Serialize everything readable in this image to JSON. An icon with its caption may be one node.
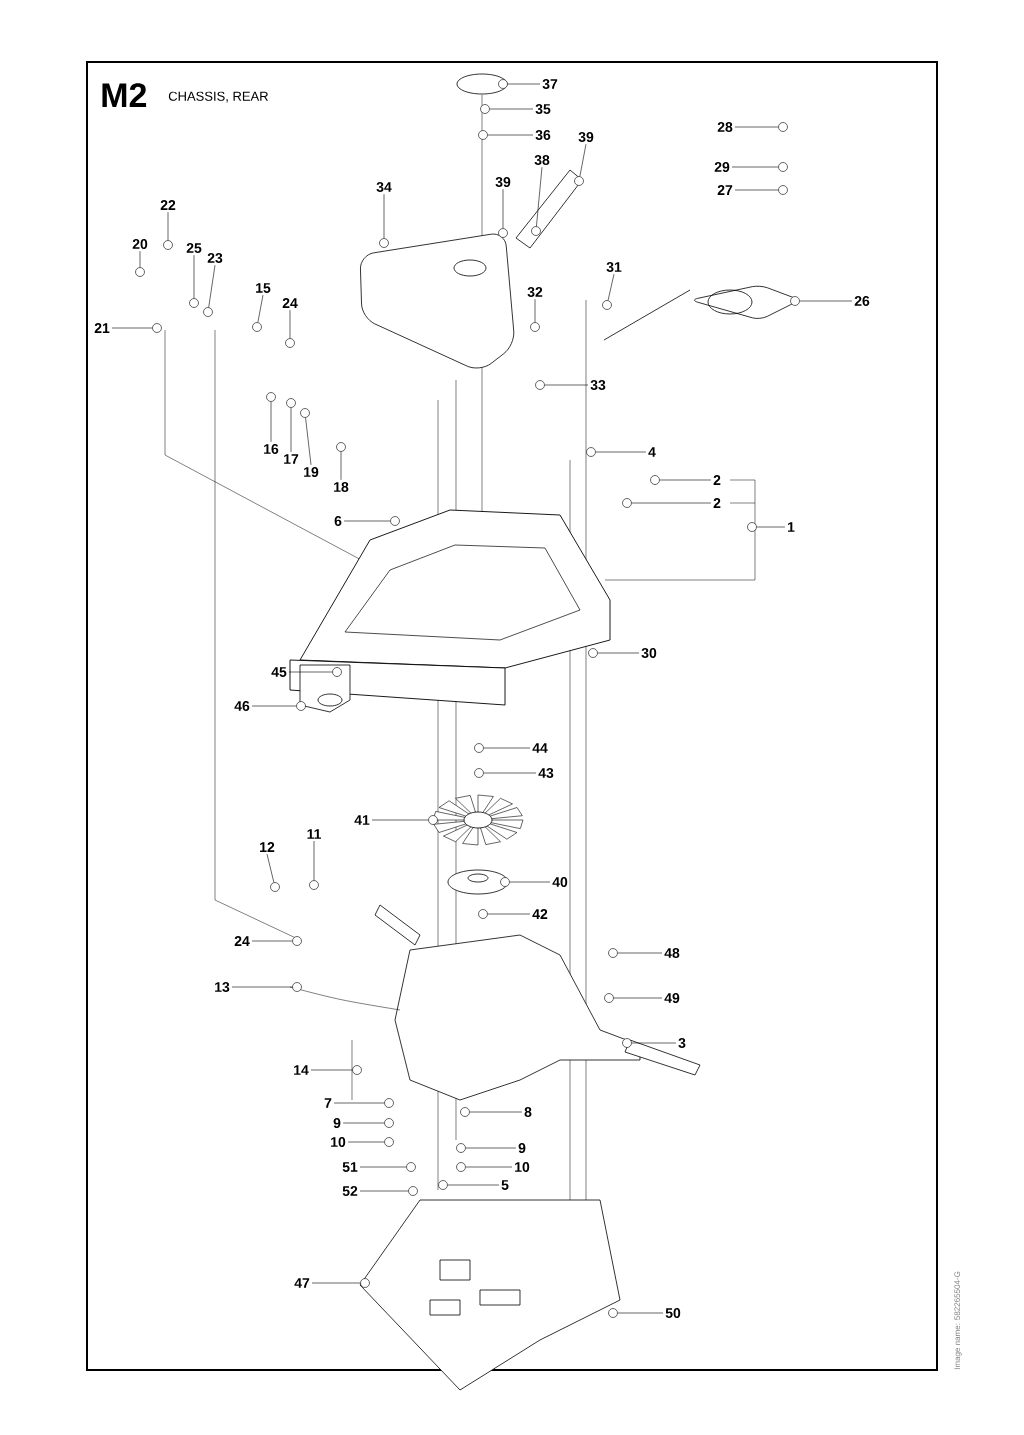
{
  "diagram": {
    "title": "M2",
    "nodes": [
      {
        "text": [
          "37"
        ]
      },
      {
        "text": [
          "35"
        ]
      },
      {
        "text": [
          "36"
        ]
      },
      {
        "text": [
          "39"
        ]
      },
      {
        "text": [
          "38"
        ]
      },
      {
        "text": [
          "39"
        ]
      },
      {
        "text": [
          "34"
        ]
      },
      {
        "text": [
          "28"
        ]
      },
      {
        "text": [
          "29"
        ]
      },
      {
        "text": [
          "27"
        ]
      },
      {
        "text": [
          "22"
        ]
      },
      {
        "text": [
          "20"
        ]
      },
      {
        "text": [
          "25"
        ]
      },
      {
        "text": [
          "23"
        ]
      },
      {
        "text": [
          "31"
        ]
      },
      {
        "text": [
          "32"
        ]
      },
      {
        "text": [
          "15"
        ]
      },
      {
        "text": [
          "24"
        ]
      },
      {
        "text": [
          "26"
        ]
      },
      {
        "text": [
          "21"
        ]
      },
      {
        "text": [
          "33"
        ]
      },
      {
        "text": [
          "16"
        ]
      },
      {
        "text": [
          "17"
        ]
      },
      {
        "text": [
          "19"
        ]
      },
      {
        "text": [
          "18"
        ]
      },
      {
        "text": [
          "4"
        ]
      },
      {
        "text": [
          "2"
        ]
      },
      {
        "text": [
          "2"
        ]
      },
      {
        "text": [
          "1"
        ]
      },
      {
        "text": [
          "6"
        ]
      },
      {
        "text": [
          "30"
        ]
      },
      {
        "text": [
          "45"
        ]
      },
      {
        "text": [
          "46"
        ]
      },
      {
        "text": [
          "44"
        ]
      },
      {
        "text": [
          "43"
        ]
      },
      {
        "text": [
          "41"
        ]
      },
      {
        "text": [
          "12"
        ]
      },
      {
        "text": [
          "11"
        ]
      },
      {
        "text": [
          "40"
        ]
      },
      {
        "text": [
          "42"
        ]
      },
      {
        "text": [
          "24"
        ]
      },
      {
        "text": [
          "48"
        ]
      },
      {
        "text": [
          "49"
        ]
      },
      {
        "text": [
          "13"
        ]
      },
      {
        "text": [
          "3"
        ]
      },
      {
        "text": [
          "14"
        ]
      },
      {
        "text": [
          "7"
        ]
      },
      {
        "text": [
          "8"
        ]
      },
      {
        "text": [
          "9"
        ]
      },
      {
        "text": [
          "9"
        ]
      },
      {
        "text": [
          "10"
        ]
      },
      {
        "text": [
          "10"
        ]
      },
      {
        "text": [
          "51"
        ]
      },
      {
        "text": [
          "52"
        ]
      },
      {
        "text": [
          "5"
        ]
      },
      {
        "text": [
          "47"
        ]
      },
      {
        "text": [
          "50"
        ]
      },
      {
        "text": [],
        "shape": "circle"
      },
      {
        "text": [],
        "shape": "circle"
      },
      {
        "text": [],
        "shape": "circle"
      },
      {
        "text": [],
        "shape": "circle"
      },
      {
        "text": [],
        "shape": "circle"
      },
      {
        "text": [],
        "shape": "circle"
      },
      {
        "text": [],
        "shape": "circle"
      },
      {
        "text": [],
        "shape": "circle"
      },
      {
        "text": [],
        "shape": "circle"
      },
      {
        "text": [],
        "shape": "circle"
      },
      {
        "text": [],
        "shape": "circle"
      },
      {
        "text": [],
        "shape": "circle"
      },
      {
        "text": [],
        "shape": "circle"
      },
      {
        "text": [],
        "shape": "circle"
      },
      {
        "text": [],
        "shape": "circle"
      },
      {
        "text": [],
        "shape": "circle"
      },
      {
        "text": [],
        "shape": "circle"
      },
      {
        "text": [],
        "shape": "circle"
      },
      {
        "text": [],
        "shape": "circle"
      },
      {
        "text": [],
        "shape": "circle"
      },
      {
        "text": [],
        "shape": "circle"
      },
      {
        "text": [],
        "shape": "circle"
      },
      {
        "text": [],
        "shape": "circle"
      },
      {
        "text": [],
        "shape": "circle"
      },
      {
        "text": [],
        "shape": "circle"
      },
      {
        "text": [],
        "shape": "circle"
      },
      {
        "text": [],
        "shape": "circle"
      },
      {
        "text": [],
        "shape": "circle"
      },
      {
        "text": [],
        "shape": "circle"
      },
      {
        "text": [],
        "shape": "circle"
      },
      {
        "text": [],
        "shape": "circle"
      },
      {
        "text": [],
        "shape": "circle"
      },
      {
        "text": [],
        "shape": "circle"
      },
      {
        "text": [],
        "shape": "circle"
      },
      {
        "text": [],
        "shape": "circle"
      },
      {
        "text": [],
        "shape": "circle"
      },
      {
        "text": [],
        "shape": "circle"
      },
      {
        "text": [],
        "shape": "circle"
      },
      {
        "text": [],
        "shape": "circle"
      },
      {
        "text": [],
        "shape": "circle"
      },
      {
        "text": [],
        "shape": "circle"
      },
      {
        "text": [],
        "shape": "circle"
      },
      {
        "text": [],
        "shape": "circle"
      },
      {
        "text": [],
        "shape": "circle"
      },
      {
        "text": [],
        "shape": "circle"
      },
      {
        "text": [],
        "shape": "circle"
      },
      {
        "text": [],
        "shape": "circle"
      },
      {
        "text": [],
        "shape": "circle"
      },
      {
        "text": [],
        "shape": "circle"
      },
      {
        "text": [],
        "shape": "circle"
      },
      {
        "text": [],
        "shape": "circle"
      },
      {
        "text": [],
        "shape": "circle"
      },
      {
        "text": [],
        "shape": "circle"
      },
      {
        "text": [],
        "shape": "circle"
      },
      {
        "text": [],
        "shape": "circle"
      },
      {
        "text": [],
        "shape": "circle"
      },
      {
        "text": [],
        "shape": "circle"
      }
    ],
    "edges": [
      {
        "from": 0,
        "to": 57,
        "arrow": "none"
      },
      {
        "from": 1,
        "to": 58,
        "arrow": "none"
      },
      {
        "from": 2,
        "to": 59,
        "arrow": "none"
      },
      {
        "from": 3,
        "to": 60,
        "arrow": "none"
      },
      {
        "from": 4,
        "to": 61,
        "arrow": "none"
      },
      {
        "from": 5,
        "to": 62,
        "arrow": "none"
      },
      {
        "from": 6,
        "to": 63,
        "arrow": "none"
      },
      {
        "from": 7,
        "to": 64,
        "arrow": "none"
      },
      {
        "from": 8,
        "to": 65,
        "arrow": "none"
      },
      {
        "from": 9,
        "to": 66,
        "arrow": "none"
      },
      {
        "from": 10,
        "to": 67,
        "arrow": "none"
      },
      {
        "from": 11,
        "to": 68,
        "arrow": "none"
      },
      {
        "from": 12,
        "to": 69,
        "arrow": "none"
      },
      {
        "from": 13,
        "to": 70,
        "arrow": "none"
      },
      {
        "from": 14,
        "to": 71,
        "arrow": "none"
      },
      {
        "from": 15,
        "to": 72,
        "arrow": "none"
      },
      {
        "from": 16,
        "to": 73,
        "arrow": "none"
      },
      {
        "from": 17,
        "to": 74,
        "arrow": "none"
      },
      {
        "from": 18,
        "to": 75,
        "arrow": "none"
      },
      {
        "from": 19,
        "to": 76,
        "arrow": "none"
      },
      {
        "from": 20,
        "to": 77,
        "arrow": "none"
      },
      {
        "from": 21,
        "to": 78,
        "arrow": "none"
      },
      {
        "from": 22,
        "to": 79,
        "arrow": "none"
      },
      {
        "from": 23,
        "to": 80,
        "arrow": "none"
      },
      {
        "from": 24,
        "to": 81,
        "arrow": "none"
      },
      {
        "from": 25,
        "to": 82,
        "arrow": "none"
      },
      {
        "from": 26,
        "to": 83,
        "arrow": "none"
      },
      {
        "from": 27,
        "to": 84,
        "arrow": "none"
      },
      {
        "from": 28,
        "to": 85,
        "arrow": "none"
      },
      {
        "from": 29,
        "to": 86,
        "arrow": "none"
      },
      {
        "from": 30,
        "to": 87,
        "arrow": "none"
      },
      {
        "from": 31,
        "to": 88,
        "arrow": "none"
      },
      {
        "from": 32,
        "to": 89,
        "arrow": "none"
      },
      {
        "from": 33,
        "to": 90,
        "arrow": "none"
      },
      {
        "from": 34,
        "to": 91,
        "arrow": "none"
      },
      {
        "from": 35,
        "to": 92,
        "arrow": "none"
      },
      {
        "from": 36,
        "to": 93,
        "arrow": "none"
      },
      {
        "from": 37,
        "to": 94,
        "arrow": "none"
      },
      {
        "from": 38,
        "to": 95,
        "arrow": "none"
      },
      {
        "from": 39,
        "to": 96,
        "arrow": "none"
      },
      {
        "from": 40,
        "to": 97,
        "arrow": "none"
      },
      {
        "from": 41,
        "to": 98,
        "arrow": "none"
      },
      {
        "from": 42,
        "to": 99,
        "arrow": "none"
      },
      {
        "from": 43,
        "to": 100,
        "arrow": "none"
      },
      {
        "from": 44,
        "to": 101,
        "arrow": "none"
      },
      {
        "from": 45,
        "to": 102,
        "arrow": "none"
      },
      {
        "from": 46,
        "to": 103,
        "arrow": "none"
      },
      {
        "from": 47,
        "to": 104,
        "arrow": "none"
      },
      {
        "from": 48,
        "to": 105,
        "arrow": "none"
      },
      {
        "from": 49,
        "to": 106,
        "arrow": "none"
      },
      {
        "from": 50,
        "to": 107,
        "arrow": "none"
      },
      {
        "from": 51,
        "to": 108,
        "arrow": "none"
      },
      {
        "from": 52,
        "to": 109,
        "arrow": "none"
      },
      {
        "from": 53,
        "to": 110,
        "arrow": "none"
      },
      {
        "from": 54,
        "to": 111,
        "arrow": "none"
      },
      {
        "from": 55,
        "to": 112,
        "arrow": "none"
      },
      {
        "from": 56,
        "to": 113,
        "arrow": "none"
      }
    ],
    "labels": [
      "CHASSIS, REAR",
      "Image name: 582265504-G"
    ]
  }
}
